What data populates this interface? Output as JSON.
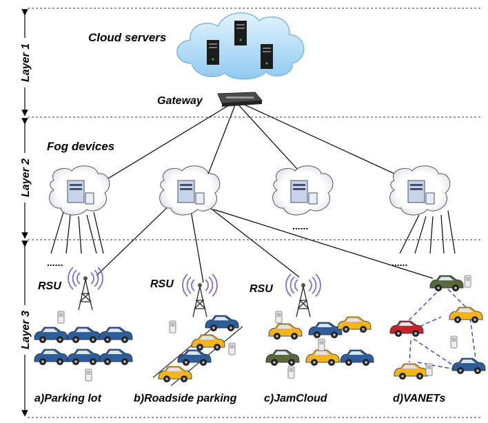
{
  "layers": {
    "layer1": "Layer 1",
    "layer2": "Layer 2",
    "layer3": "Layer 3"
  },
  "labels": {
    "cloud_servers": "Cloud servers",
    "gateway": "Gateway",
    "fog_devices": "Fog devices",
    "rsu": "RSU",
    "ellipsis": "......"
  },
  "scenarios": {
    "a": "a)Parking lot",
    "b": "b)Roadside parking",
    "c": "c)JamCloud",
    "d": "d)VANETs"
  },
  "colors": {
    "cloud_fill": "#bfe3f8",
    "car_blue": "#2f5d9a",
    "car_yellow": "#f2b51a",
    "car_red": "#c4232a",
    "car_green": "#59683a",
    "vanet_link": "#2233cc",
    "rsu_signal": "#7a6fc6"
  }
}
